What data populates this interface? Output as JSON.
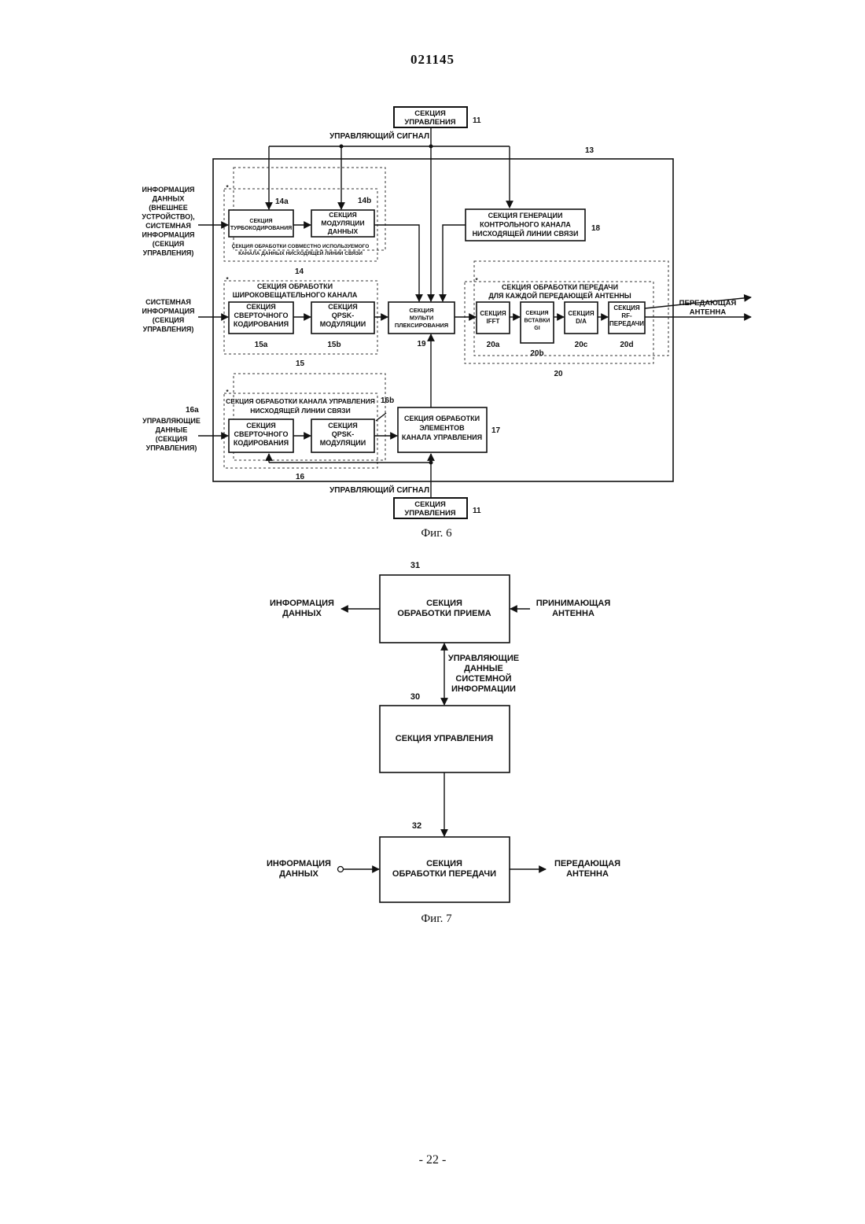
{
  "header": {
    "doc_number": "021145"
  },
  "footer": {
    "page_number": "- 22 -"
  },
  "fig6": {
    "caption": "Фиг. 6",
    "control_top": {
      "lines": [
        "СЕКЦИЯ",
        "УПРАВЛЕНИЯ"
      ],
      "ref": "11"
    },
    "control_bottom": {
      "lines": [
        "СЕКЦИЯ",
        "УПРАВЛЕНИЯ"
      ],
      "ref": "11"
    },
    "control_signal_top": "УПРАВЛЯЮЩИЙ СИГНАЛ",
    "control_signal_bottom": "УПРАВЛЯЮЩИЙ СИГНАЛ",
    "device_ref": "13",
    "input_data_info": [
      "ИНФОРМАЦИЯ",
      "ДАННЫХ",
      "(ВНЕШНЕЕ",
      "УСТРОЙСТВО),",
      "СИСТЕМНАЯ",
      "ИНФОРМАЦИЯ",
      "(СЕКЦИЯ",
      "УПРАВЛЕНИЯ)"
    ],
    "input_system_info": [
      "СИСТЕМНАЯ",
      "ИНФОРМАЦИЯ",
      "(СЕКЦИЯ",
      "УПРАВЛЕНИЯ)"
    ],
    "input_control_data": [
      "УПРАВЛЯЮЩИЕ",
      "ДАННЫЕ",
      "(СЕКЦИЯ",
      "УПРАВЛЕНИЯ)"
    ],
    "turbo": {
      "lines": [
        "СЕКЦИЯ",
        "ТУРБОКОДИРОВАНИЯ"
      ],
      "ref": "14a"
    },
    "modulation": {
      "lines": [
        "СЕКЦИЯ",
        "МОДУЛЯЦИИ",
        "ДАННЫХ"
      ],
      "ref": "14b"
    },
    "shared_group": {
      "lines": [
        "СЕКЦИЯ ОБРАБОТКИ СОВМЕСТНО ИСПОЛЬЗУЕМОГО",
        "КАНАЛА ДАННЫХ НИСХОДЯЩЕЙ ЛИНИИ СВЯЗИ"
      ],
      "ref": "14"
    },
    "broadcast_group": {
      "lines": [
        "СЕКЦИЯ ОБРАБОТКИ",
        "ШИРОКОВЕЩАТЕЛЬНОГО КАНАЛА"
      ],
      "ref": "15"
    },
    "conv15": {
      "lines": [
        "СЕКЦИЯ",
        "СВЕРТОЧНОГО",
        "КОДИРОВАНИЯ"
      ],
      "ref": "15a"
    },
    "qpsk15": {
      "lines": [
        "СЕКЦИЯ",
        "QPSK-",
        "МОДУЛЯЦИИ"
      ],
      "ref": "15b"
    },
    "mux": {
      "lines": [
        "СЕКЦИЯ",
        "МУЛЬТИ",
        "ПЛЕКСИРОВАНИЯ"
      ],
      "ref": "19"
    },
    "ctrl_gen": {
      "lines": [
        "СЕКЦИЯ ГЕНЕРАЦИИ",
        "КОНТРОЛЬНОГО КАНАЛА",
        "НИСХОДЯЩЕЙ ЛИНИИ СВЯЗИ"
      ],
      "ref": "18"
    },
    "tx_group": {
      "lines": [
        "СЕКЦИЯ ОБРАБОТКИ ПЕРЕДАЧИ",
        "ДЛЯ КАЖДОЙ ПЕРЕДАЮЩЕЙ АНТЕННЫ"
      ],
      "ref": "20"
    },
    "ifft": {
      "lines": [
        "СЕКЦИЯ",
        "IFFT"
      ],
      "ref": "20a"
    },
    "gi": {
      "lines": [
        "СЕКЦИЯ",
        "ВСТАВКИ",
        "GI"
      ],
      "ref": "20b"
    },
    "da": {
      "lines": [
        "СЕКЦИЯ",
        "D/A"
      ],
      "ref": "20c"
    },
    "rf": {
      "lines": [
        "СЕКЦИЯ",
        "RF-",
        "ПЕРЕДАЧИ"
      ],
      "ref": "20d"
    },
    "tx_antenna": [
      "ПЕРЕДАЮЩАЯ",
      "АНТЕННА"
    ],
    "ctrl_channel_group": {
      "lines": [
        "СЕКЦИЯ ОБРАБОТКИ КАНАЛА УПРАВЛЕНИЯ",
        "НИСХОДЯЩЕЙ ЛИНИИ СВЯЗИ"
      ],
      "ref": "16"
    },
    "conv16": {
      "lines": [
        "СЕКЦИЯ",
        "СВЕРТОЧНОГО",
        "КОДИРОВАНИЯ"
      ],
      "ref": "16a"
    },
    "qpsk16": {
      "lines": [
        "СЕКЦИЯ",
        "QPSK-",
        "МОДУЛЯЦИИ"
      ],
      "ref": "16b"
    },
    "elements": {
      "lines": [
        "СЕКЦИЯ ОБРАБОТКИ",
        "ЭЛЕМЕНТОВ",
        "КАНАЛА УПРАВЛЕНИЯ"
      ],
      "ref": "17"
    },
    "star": "*"
  },
  "fig7": {
    "caption": "Фиг. 7",
    "rx": {
      "lines": [
        "СЕКЦИЯ",
        "ОБРАБОТКИ ПРИЕМА"
      ],
      "ref": "31"
    },
    "control": {
      "lines": [
        "СЕКЦИЯ УПРАВЛЕНИЯ"
      ],
      "ref": "30"
    },
    "tx": {
      "lines": [
        "СЕКЦИЯ",
        "ОБРАБОТКИ ПЕРЕДАЧИ"
      ],
      "ref": "32"
    },
    "data_out": [
      "ИНФОРМАЦИЯ",
      "ДАННЫХ"
    ],
    "rx_antenna": [
      "ПРИНИМАЮЩАЯ",
      "АНТЕННА"
    ],
    "control_data": [
      "УПРАВЛЯЮЩИЕ",
      "ДАННЫЕ",
      "СИСТЕМНОЙ",
      "ИНФОРМАЦИИ"
    ],
    "data_in": [
      "ИНФОРМАЦИЯ",
      "ДАННЫХ"
    ],
    "tx_antenna": [
      "ПЕРЕДАЮЩАЯ",
      "АНТЕННА"
    ]
  }
}
